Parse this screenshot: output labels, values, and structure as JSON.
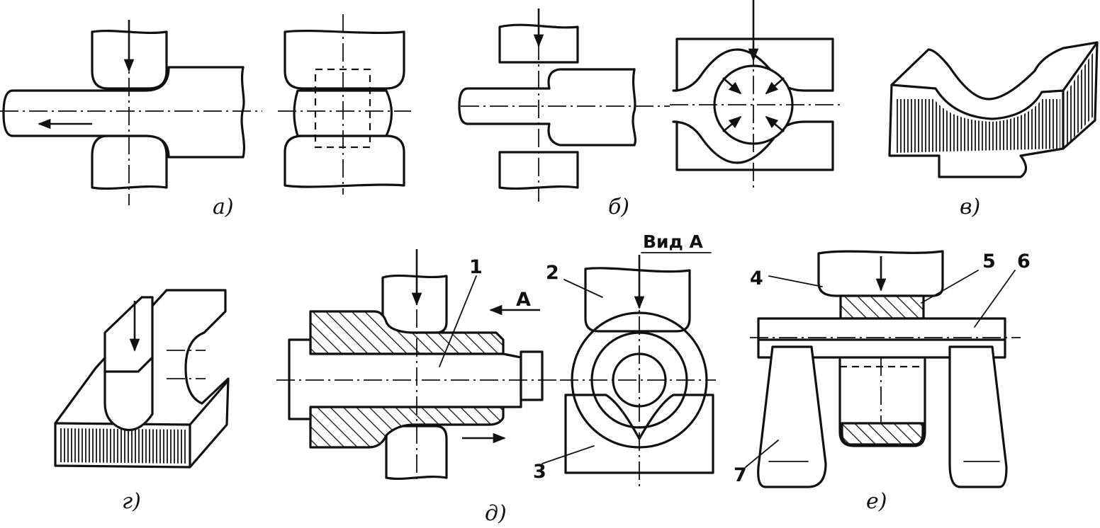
{
  "captions": {
    "a": "а)",
    "b": "б)",
    "v": "в)",
    "g": "г)",
    "d": "д)",
    "e": "е)"
  },
  "labels": {
    "view": "Вид А",
    "arrow_a": "А",
    "n1": "1",
    "n2": "2",
    "n3": "3",
    "n4": "4",
    "n5": "5",
    "n6": "6",
    "n7": "7"
  }
}
